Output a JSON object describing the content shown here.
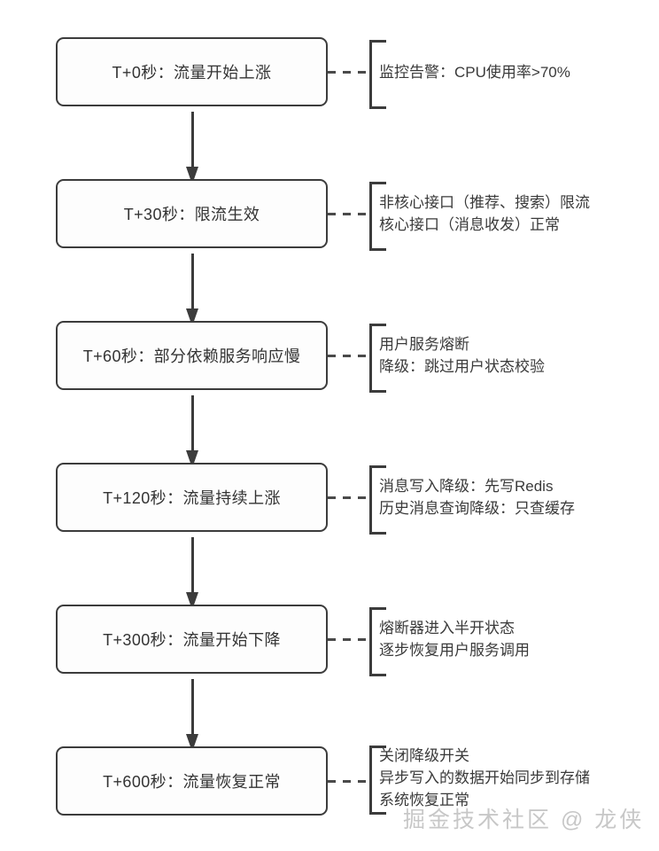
{
  "diagram": {
    "type": "flowchart",
    "orientation": "vertical",
    "accent_color": "#3c3c3c",
    "box_fill": "#fdfdfd",
    "steps": [
      {
        "label": "T+0秒：流量开始上涨",
        "note_lines": [
          "监控告警：CPU使用率>70%"
        ]
      },
      {
        "label": "T+30秒：限流生效",
        "note_lines": [
          "非核心接口（推荐、搜索）限流",
          "核心接口（消息收发）正常"
        ]
      },
      {
        "label": "T+60秒：部分依赖服务响应慢",
        "note_lines": [
          "用户服务熔断",
          "降级：跳过用户状态校验"
        ]
      },
      {
        "label": "T+120秒：流量持续上涨",
        "note_lines": [
          "消息写入降级：先写Redis",
          "历史消息查询降级：只查缓存"
        ]
      },
      {
        "label": "T+300秒：流量开始下降",
        "note_lines": [
          "熔断器进入半开状态",
          "逐步恢复用户服务调用"
        ]
      },
      {
        "label": "T+600秒：流量恢复正常",
        "note_lines": [
          "关闭降级开关",
          "异步写入的数据开始同步到存储",
          "系统恢复正常"
        ]
      }
    ]
  },
  "watermark": {
    "text": "掘金技术社区 @ 龙侠"
  }
}
